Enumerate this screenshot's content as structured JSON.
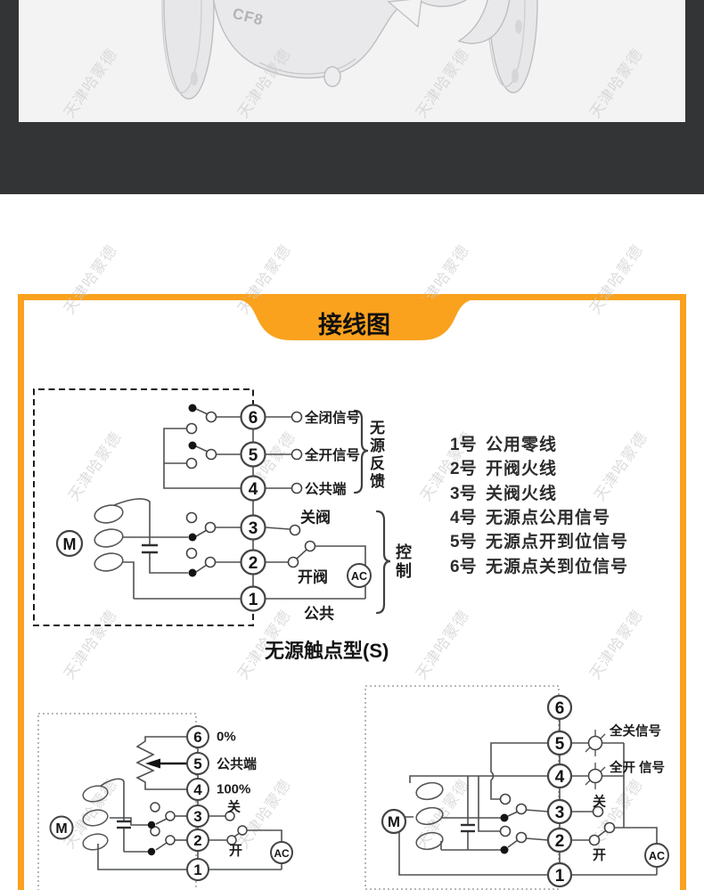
{
  "watermark": {
    "text": "天津哈蒙德"
  },
  "photo": {
    "casting_mark": "CF8"
  },
  "colors": {
    "accent": "#faa21e",
    "band": "#333436",
    "photo_bg": "#f3f3f4"
  },
  "banner": {
    "title": "接线图"
  },
  "main_diagram": {
    "terminals": [
      "6",
      "5",
      "4",
      "3",
      "2",
      "1"
    ],
    "motor": "M",
    "ac": "AC",
    "labels": {
      "t6": "全闭信号",
      "t5": "全开信号",
      "t4": "公共端",
      "t3": "关阀",
      "t2": "开阀",
      "t1": "公共",
      "feedback_group": "无源反馈",
      "control_group": "控制"
    },
    "caption": "无源触点型(S)"
  },
  "legend": {
    "items": [
      {
        "num": "1号",
        "desc": "公用零线"
      },
      {
        "num": "2号",
        "desc": "开阀火线"
      },
      {
        "num": "3号",
        "desc": "关阀火线"
      },
      {
        "num": "4号",
        "desc": "无源点公用信号"
      },
      {
        "num": "5号",
        "desc": "无源点开到位信号"
      },
      {
        "num": "6号",
        "desc": "无源点关到位信号"
      }
    ]
  },
  "bottom_left": {
    "terminals": [
      "6",
      "5",
      "4",
      "3",
      "2",
      "1"
    ],
    "motor": "M",
    "ac": "AC",
    "labels": {
      "t6": "0%",
      "t5": "公共端",
      "t4": "100%",
      "t3": "关",
      "t2": "开"
    }
  },
  "bottom_right": {
    "terminals": [
      "6",
      "5",
      "4",
      "3",
      "2",
      "1"
    ],
    "motor": "M",
    "ac": "AC",
    "labels": {
      "lamp_top": "全关信号",
      "lamp_bottom": "全开 信号",
      "t3": "关",
      "t2": "开"
    }
  }
}
